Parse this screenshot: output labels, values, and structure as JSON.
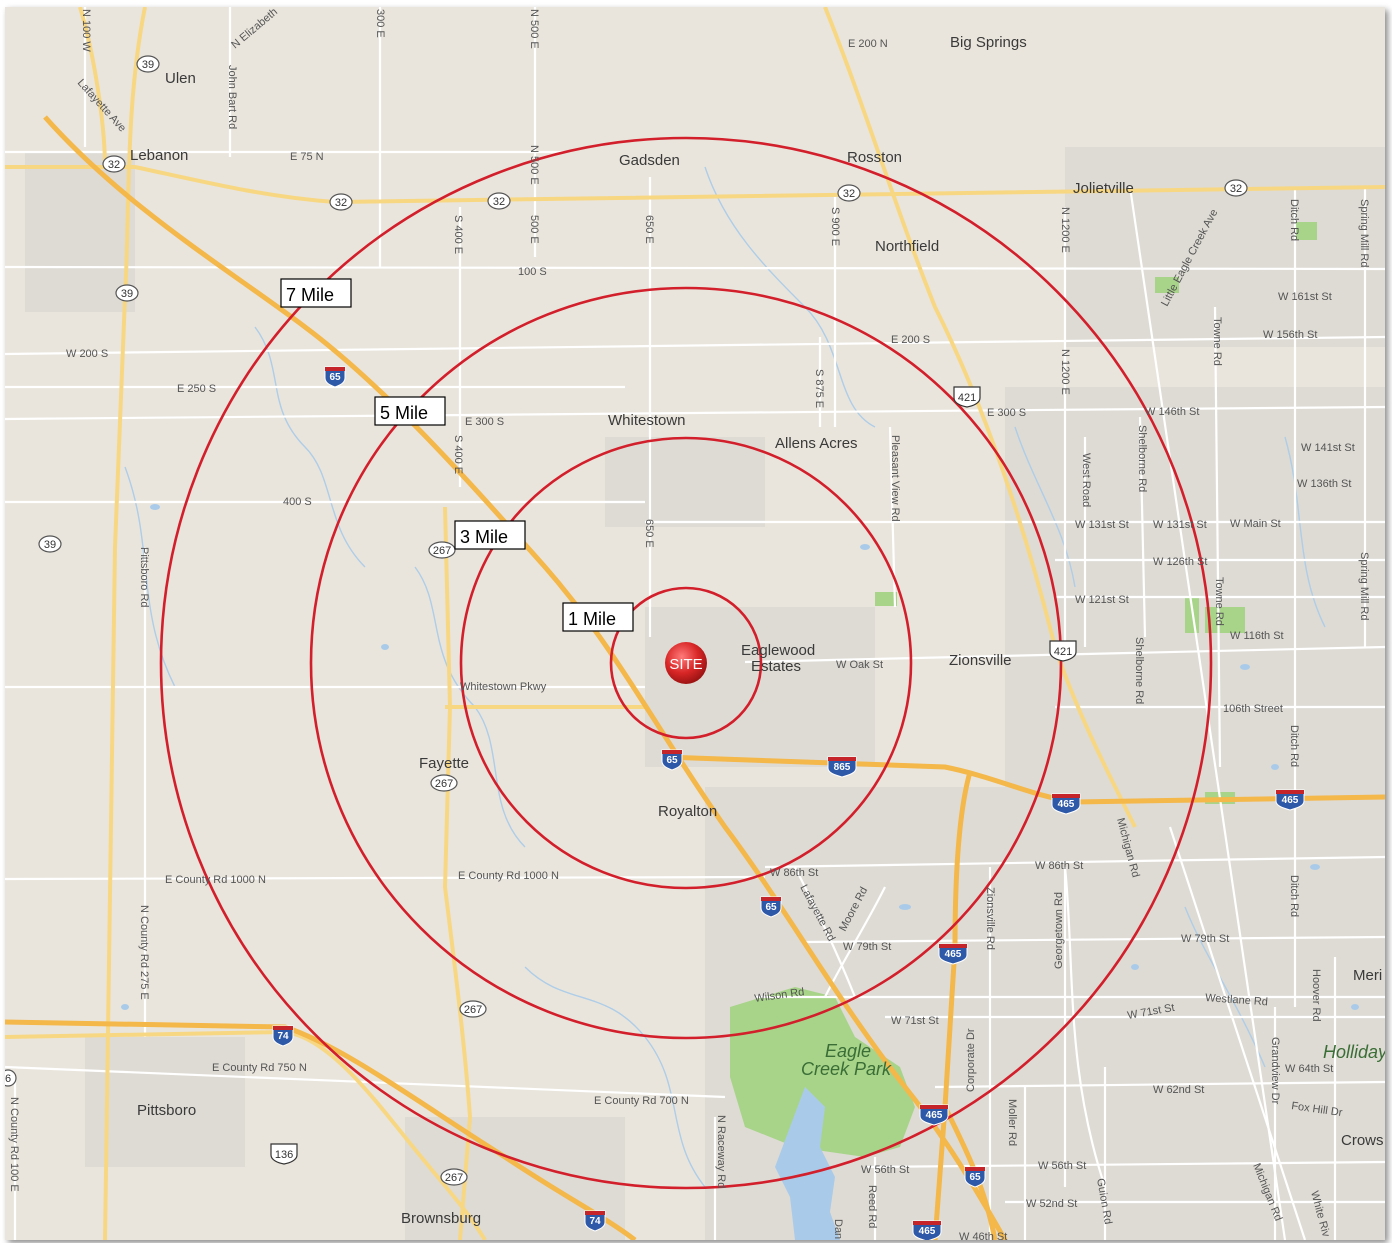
{
  "site": {
    "label": "SITE",
    "color": "#d82626"
  },
  "rings": [
    {
      "label": "1 Mile",
      "miles": 1
    },
    {
      "label": "3 Mile",
      "miles": 3
    },
    {
      "label": "5 Mile",
      "miles": 5
    },
    {
      "label": "7 Mile",
      "miles": 7
    }
  ],
  "ring_color": "#d21f2b",
  "colors": {
    "land": "#e9e5dc",
    "urban": "#dcdad4",
    "park": "#a8d48a",
    "water": "#a9cbe9",
    "interstate": "#f4b74a",
    "major_road": "#f8d783",
    "minor_road": "#ffffff"
  },
  "places": [
    "Big Springs",
    "Ulen",
    "Lebanon",
    "Gadsden",
    "Rosston",
    "Jolietville",
    "Northfield",
    "Whitestown",
    "Allens Acres",
    "Eaglewood",
    "Estates",
    "Zionsville",
    "Fayette",
    "Royalton",
    "Pittsboro",
    "Brownsburg",
    "Meri",
    "Holliday",
    "Crows Ne"
  ],
  "park": {
    "line1": "Eagle",
    "line2": "Creek Park"
  },
  "roads": [
    "E 200 N",
    "N Elizabeth",
    "Lafayette Ave",
    "John Bart Rd",
    "E 75 N",
    "N 500 E",
    "N 500 E",
    "500 E",
    "S 400 E",
    "650 E",
    "S 900 E",
    "N 1200 E",
    "N 1200 E",
    "100 S",
    "E 200 S",
    "W 200 S",
    "E 250 S",
    "E 300 S",
    "E 300 S",
    "S 400 E",
    "S 875 E",
    "400 S",
    "Pleasant View Rd",
    "West Road",
    "Shelborne Rd",
    "Shelborne Rd",
    "Little Eagle Creek Ave",
    "Ditch Rd",
    "Spring Mill Rd",
    "W 161st St",
    "W 156th St",
    "Towne Rd",
    "W 146th St",
    "W 141st St",
    "W 136th St",
    "W 131st St",
    "W 131st St",
    "W Main St",
    "W 126th St",
    "W 121st St",
    "W 116th St",
    "Towne Rd",
    "Spring Mill Rd",
    "Pittsboro Rd",
    "650 E",
    "Whitestown Pkwy",
    "W Oak St",
    "106th Street",
    "Ditch Rd",
    "W 86th St",
    "W 86th St",
    "E County Rd 1000 N",
    "E County Rd 1000 N",
    "N County Rd 275 E",
    "Lafayette Rd",
    "Moore Rd",
    "W 79th St",
    "W 79th St",
    "Zionsville Rd",
    "Georgetown Rd",
    "Michigan Rd",
    "Ditch Rd",
    "Wilson Rd",
    "W 71st St",
    "W 71st St",
    "Westlane Rd",
    "Hoover Rd",
    "Grandview Dr",
    "W 64th St",
    "E County Rd 750 N",
    "E County Rd 700 N",
    "N Raceway Rd",
    "Corporate Dr",
    "Moller Rd",
    "W 62nd St",
    "Fox Hill Dr",
    "W 56th St",
    "W 56th St",
    "Reed Rd",
    "Guion Rd",
    "W 52nd St",
    "Michigan Rd",
    "White Riv",
    "W 46th St",
    "Dan",
    "N County Rd 100 E",
    "N 100 W",
    "300 E"
  ],
  "shields": {
    "interstate": [
      "65",
      "65",
      "65",
      "65",
      "865",
      "465",
      "465",
      "465",
      "465",
      "465",
      "74",
      "74"
    ],
    "us": [
      "421",
      "421",
      "136"
    ],
    "state": [
      "39",
      "39",
      "39",
      "32",
      "32",
      "32",
      "32",
      "32",
      "267",
      "267",
      "267",
      "267",
      "6"
    ]
  }
}
